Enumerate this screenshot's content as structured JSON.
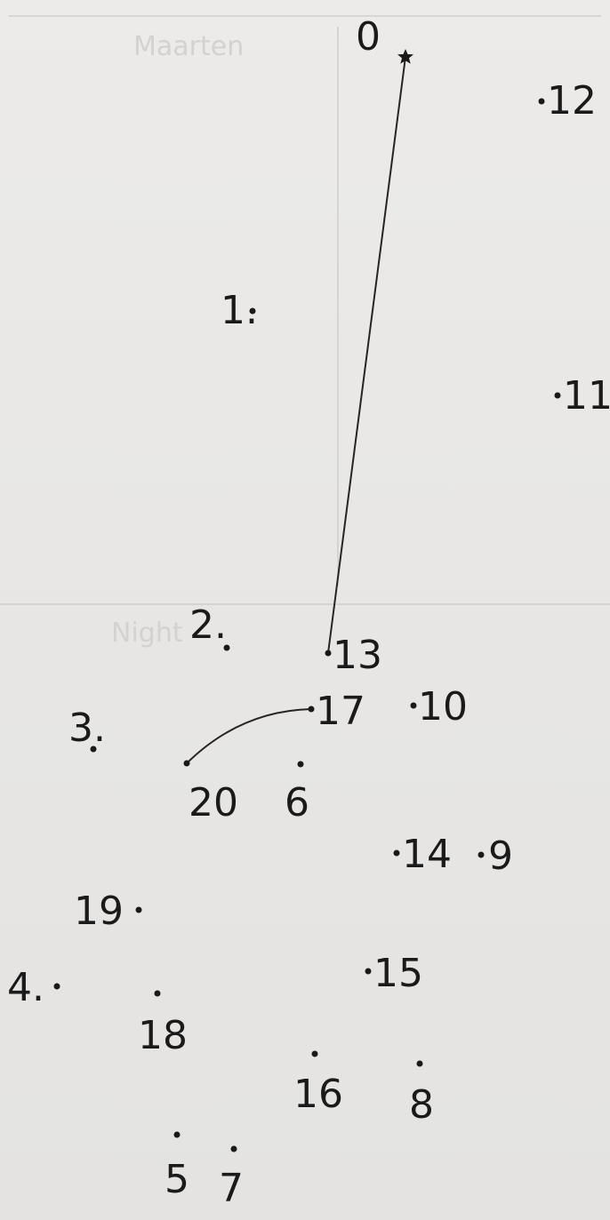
{
  "labels": {
    "p0": "0",
    "p1": "1.",
    "p2": "2.",
    "p3": "3.",
    "p4": "4.",
    "p5": "5",
    "p6": "6",
    "p7": "7",
    "p8": "8",
    "p9": "9",
    "p10": "10",
    "p11": "11",
    "p12": "12",
    "p13": "13",
    "p14": "14",
    "p15": "15",
    "p16": "16",
    "p17": "17",
    "p18": "18",
    "p19": "19",
    "p20": "20"
  },
  "ghost": {
    "top_word": "Maarten",
    "mid_word": "Night"
  },
  "colors": {
    "ink": "#1a1a1a",
    "paper": "#e9e9e7"
  }
}
